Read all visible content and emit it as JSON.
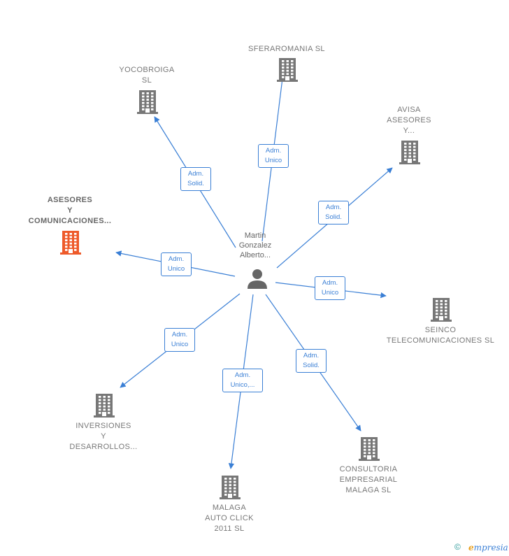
{
  "center": {
    "name": "Martin\nGonzalez\nAlberto...",
    "icon": "person-icon"
  },
  "companies": [
    {
      "id": "sferaromania",
      "name": "SFERAROMANIA SL",
      "role": "Adm.\nUnico",
      "focus": false
    },
    {
      "id": "yocobroiga",
      "name": "YOCOBROIGA\nSL",
      "role": "Adm.\nSolid.",
      "focus": false
    },
    {
      "id": "avisa",
      "name": "AVISA\nASESORES\nY...",
      "role": "Adm.\nSolid.",
      "focus": false
    },
    {
      "id": "asesores",
      "name": "ASESORES\nY\nCOMUNICACIONES...",
      "role": "Adm.\nUnico",
      "focus": true
    },
    {
      "id": "seinco",
      "name": "SEINCO\nTELECOMUNICACIONES SL",
      "role": "Adm.\nUnico",
      "focus": false
    },
    {
      "id": "inversiones",
      "name": "INVERSIONES\nY\nDESARROLLOS...",
      "role": "Adm.\nUnico",
      "focus": false
    },
    {
      "id": "malaga",
      "name": "MALAGA\nAUTO CLICK\n2011 SL",
      "role": "Adm.\nUnico,...",
      "focus": false
    },
    {
      "id": "consultoria",
      "name": "CONSULTORIA\nEMPRESARIAL\nMALAGA  SL",
      "role": "Adm.\nSolid.",
      "focus": false
    }
  ],
  "colors": {
    "edge": "#3a7fd5",
    "building": "#777777",
    "building_focus": "#ee5a2a",
    "person": "#666666"
  },
  "footer": {
    "copyright": "©",
    "brand_initial": "e",
    "brand_rest": "mpresia"
  }
}
